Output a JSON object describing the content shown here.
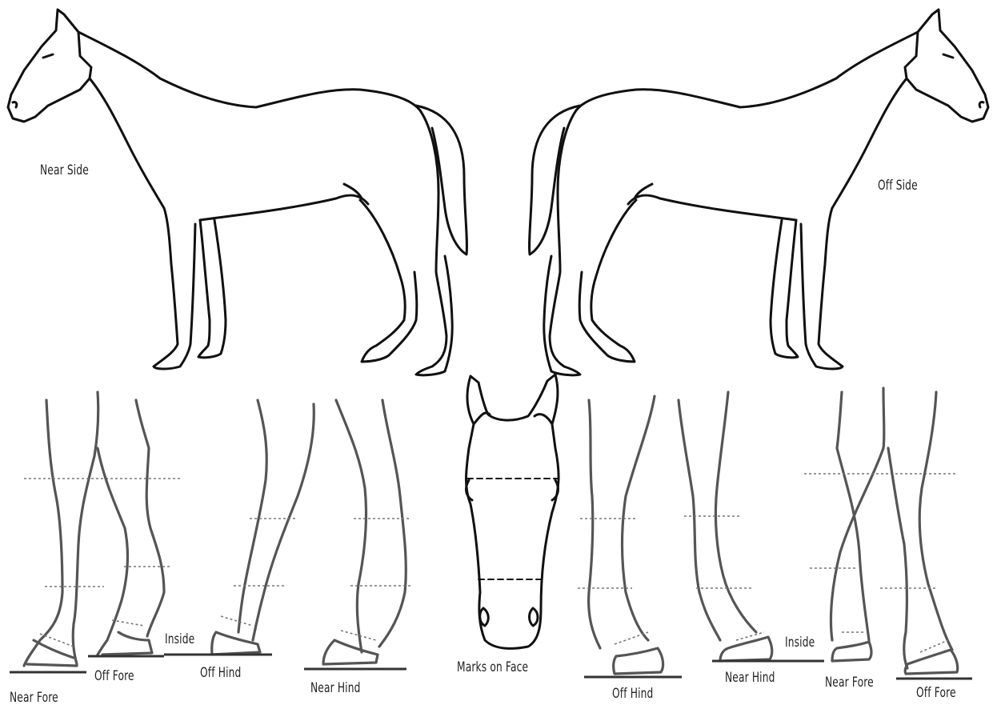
{
  "labels": {
    "near_side": "Near Side",
    "off_side": "Off Side",
    "near_fore_left": "Near Fore",
    "off_fore_left": "Off Fore",
    "inside_left": "Inside",
    "off_hind_left": "Off Hind",
    "near_hind_left": "Near Hind",
    "marks_on_face": "Marks on Face",
    "off_hind_right": "Off Hind",
    "near_hind_right": "Near Hind",
    "inside_right": "Inside",
    "near_fore_right": "Near Fore",
    "off_fore_right": "Off Fore"
  }
}
